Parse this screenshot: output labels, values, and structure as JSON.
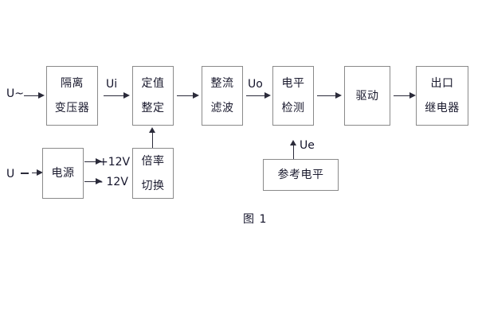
{
  "figure": {
    "caption": "图 1",
    "blocks": [
      {
        "id": "isolation-transformer",
        "lines": [
          "隔离",
          "变压器"
        ]
      },
      {
        "id": "setpoint-setting",
        "lines": [
          "定值",
          "整定"
        ]
      },
      {
        "id": "rectify-filter",
        "lines": [
          "整流",
          "滤波"
        ]
      },
      {
        "id": "level-detection",
        "lines": [
          "电平",
          "检测"
        ]
      },
      {
        "id": "drive",
        "lines": [
          "驱动"
        ]
      },
      {
        "id": "output-relay",
        "lines": [
          "出口",
          "继电器"
        ]
      },
      {
        "id": "power-supply",
        "lines": [
          "电源"
        ]
      },
      {
        "id": "multiplier-switch",
        "lines": [
          "倍率",
          "切换"
        ]
      },
      {
        "id": "reference-level",
        "lines": [
          "参考电平"
        ]
      }
    ],
    "signals": {
      "input_ac": "U~",
      "input_dc": "U",
      "ui": "Ui",
      "uo": "Uo",
      "ue": "Ue",
      "rail_positive": "+12V",
      "rail_negative": "- 12V"
    }
  },
  "style": {
    "box_border": "#8a8a8a",
    "arrow_color": "#2b2b3a",
    "text_color": "#14142b",
    "background": "#ffffff"
  }
}
